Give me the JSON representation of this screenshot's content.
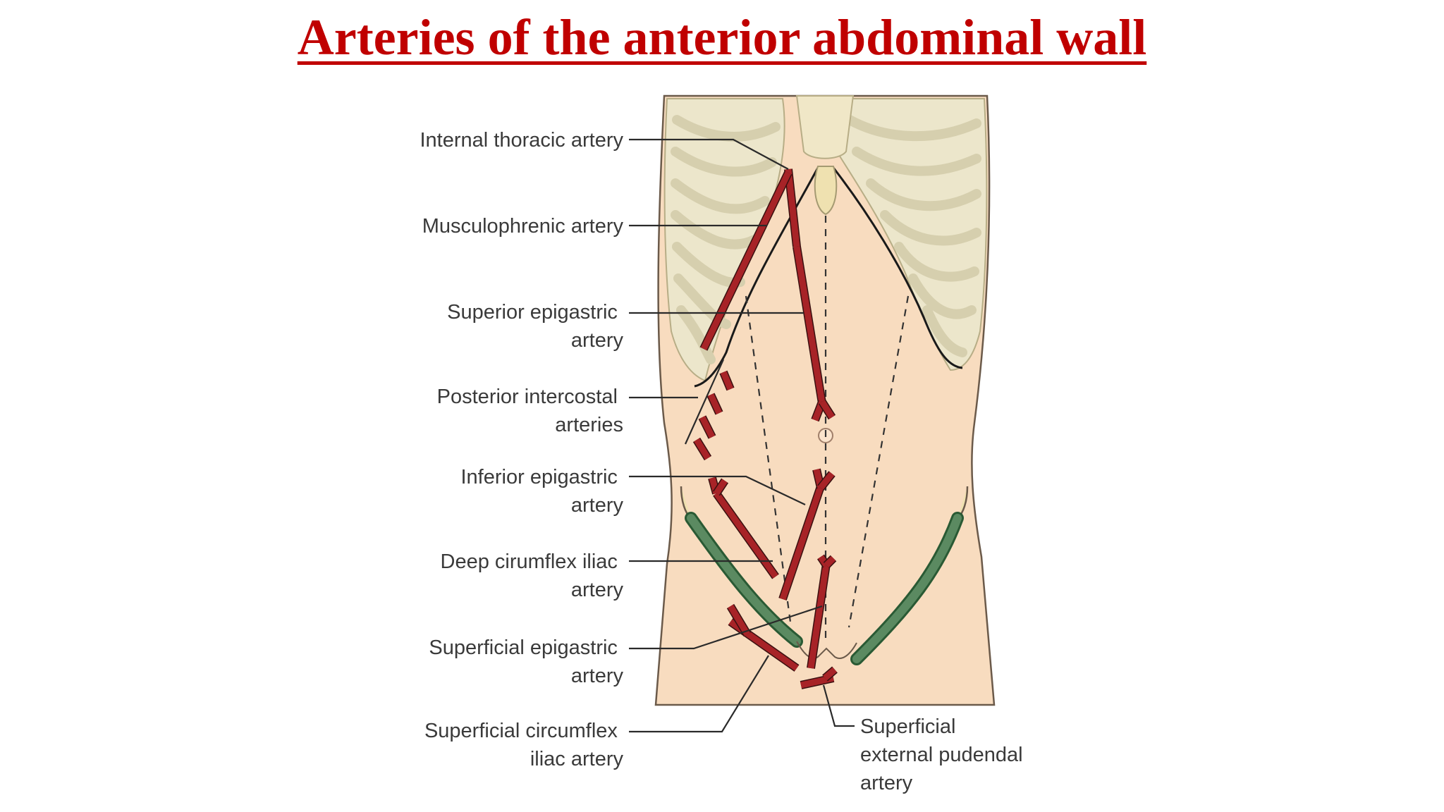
{
  "title": "Arteries of the anterior abdominal wall",
  "labels": {
    "internal_thoracic": [
      "Internal thoracic artery"
    ],
    "musculophrenic": [
      "Musculophrenic artery"
    ],
    "superior_epigastric": [
      "Superior epigastric",
      "artery"
    ],
    "posterior_intercostal": [
      "Posterior intercostal",
      "arteries"
    ],
    "inferior_epigastric": [
      "Inferior epigastric",
      "artery"
    ],
    "deep_circumflex_iliac": [
      "Deep cirumflex iliac",
      "artery"
    ],
    "superficial_epigastric": [
      "Superficial epigastric",
      "artery"
    ],
    "superficial_circumflex_iliac": [
      "Superficial circumflex",
      "iliac artery"
    ],
    "superficial_external_pudendal": [
      "Superficial",
      "external pudendal",
      "artery"
    ]
  },
  "colors": {
    "title": "#c00000",
    "skin": "#f8dcbf",
    "bone": "#ece6cb",
    "artery": "#b3282d",
    "ligament": "#3f7748"
  }
}
